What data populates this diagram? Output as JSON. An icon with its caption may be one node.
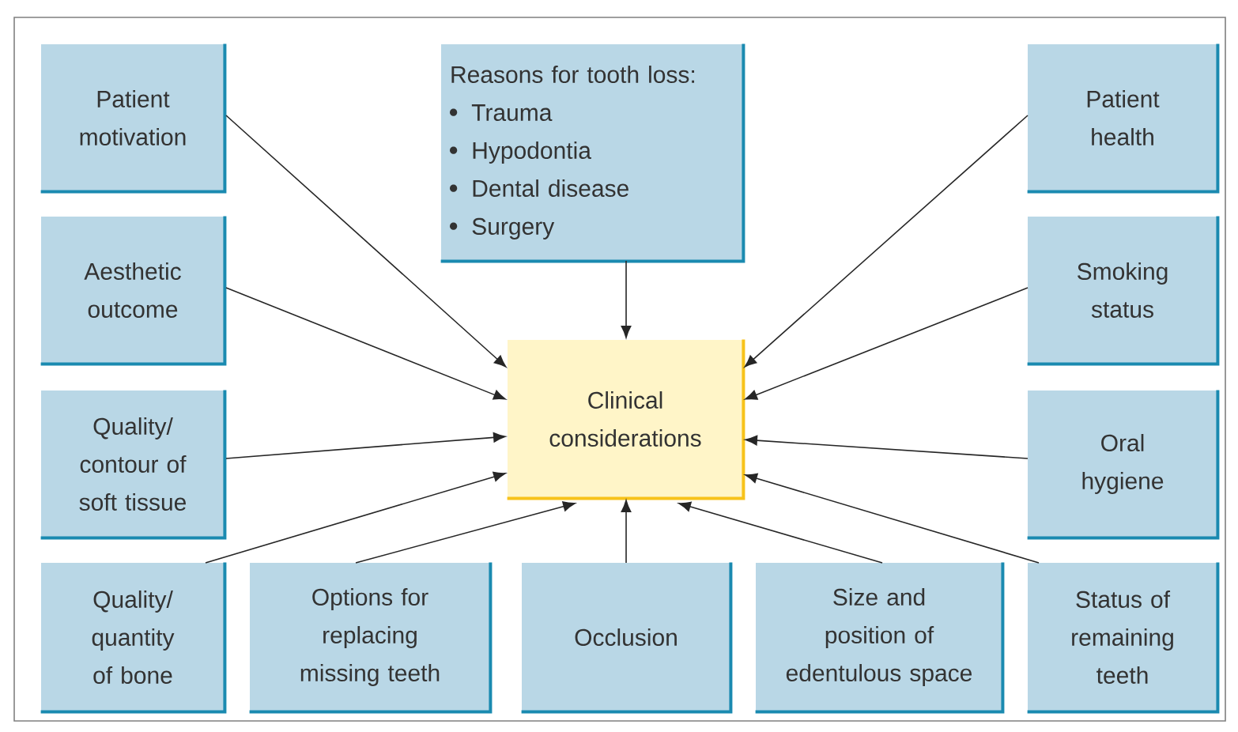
{
  "diagram": {
    "nodes": [
      {
        "text": [
          "Patient motivation"
        ]
      },
      {
        "text": [
          "Reasons for tooth loss:",
          "Trauma",
          "Hypodontia",
          "Dental disease",
          "Surgery"
        ]
      },
      {
        "text": [
          "Patient health"
        ]
      },
      {
        "text": [
          "Aesthetic outcome"
        ]
      },
      {
        "text": [
          "Clinical considerations"
        ]
      },
      {
        "text": [
          "Smoking status"
        ]
      },
      {
        "text": [
          "Quality/ contour of soft tissue"
        ]
      },
      {
        "text": [
          "Oral hygiene"
        ]
      },
      {
        "text": [
          "Quality/ quantity of bone"
        ]
      },
      {
        "text": [
          "Options for replacing missing teeth"
        ]
      },
      {
        "text": [
          "Occlusion"
        ]
      },
      {
        "text": [
          "Size and position of edentulous space"
        ]
      },
      {
        "text": [
          "Status of remaining teeth"
        ]
      }
    ],
    "edges": [
      {
        "from": 0,
        "to": 4,
        "arrow": "to"
      },
      {
        "from": 1,
        "to": 4,
        "arrow": "to"
      },
      {
        "from": 2,
        "to": 4,
        "arrow": "to"
      },
      {
        "from": 3,
        "to": 4,
        "arrow": "to"
      },
      {
        "from": 5,
        "to": 4,
        "arrow": "to"
      },
      {
        "from": 6,
        "to": 4,
        "arrow": "to"
      },
      {
        "from": 7,
        "to": 4,
        "arrow": "to"
      },
      {
        "from": 8,
        "to": 4,
        "arrow": "to"
      },
      {
        "from": 9,
        "to": 4,
        "arrow": "to"
      },
      {
        "from": 10,
        "to": 4,
        "arrow": "to"
      },
      {
        "from": 11,
        "to": 4,
        "arrow": "to"
      },
      {
        "from": 12,
        "to": 4,
        "arrow": "to"
      }
    ]
  }
}
